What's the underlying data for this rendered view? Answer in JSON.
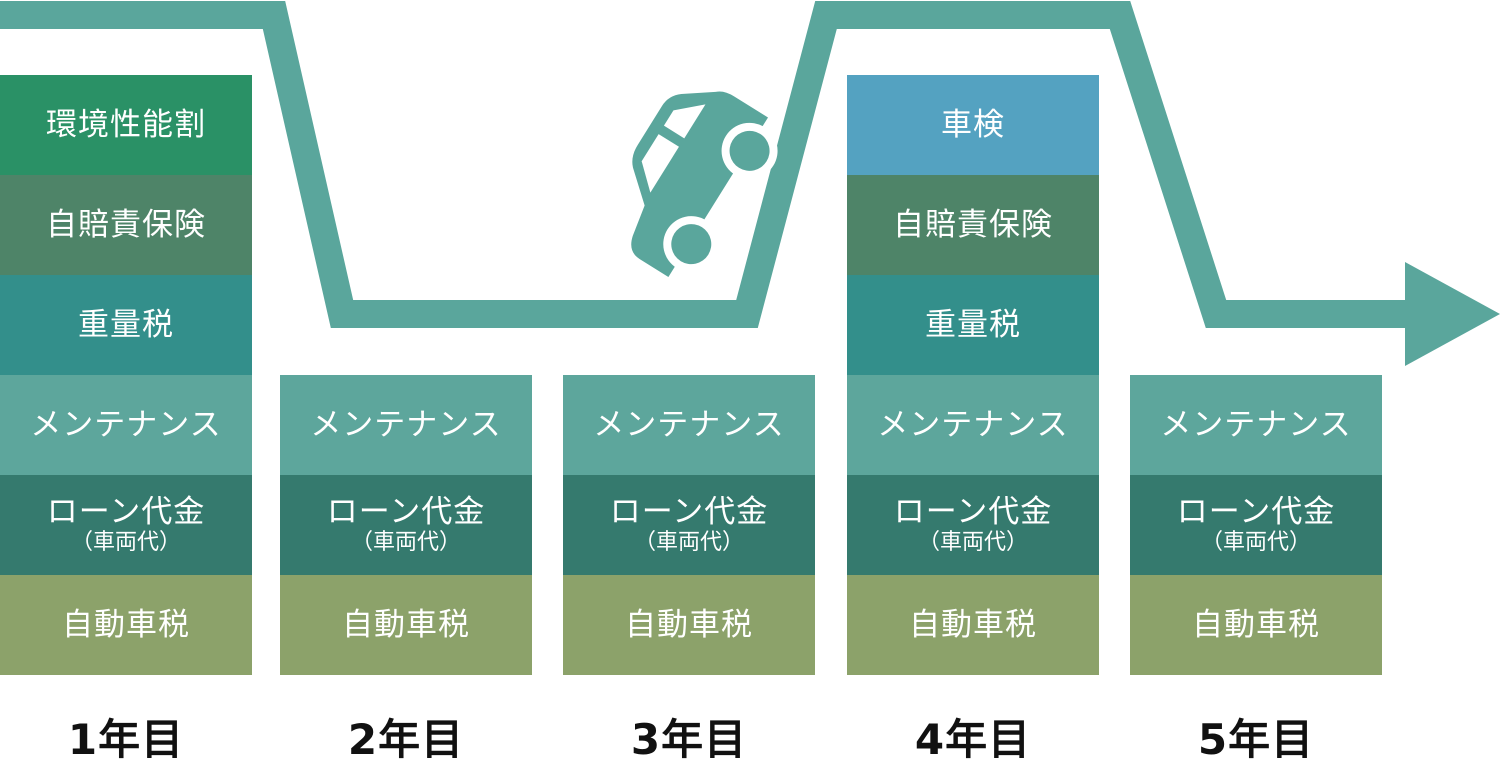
{
  "colors": {
    "flow_line": "#5aa69c",
    "env_tax": "#2a9166",
    "insurance": "#4e8468",
    "weight_tax": "#338f8b",
    "maintenance": "#5da69c",
    "loan": "#357a6e",
    "car_tax": "#8ca26a",
    "inspection": "#54a2c1"
  },
  "icons": [
    "car-icon",
    "arrow-right-icon"
  ],
  "columns": [
    {
      "year": "1年目",
      "blocks": [
        {
          "label": "環境性能割",
          "sub": "",
          "color_key": "env_tax"
        },
        {
          "label": "自賠責保険",
          "sub": "",
          "color_key": "insurance"
        },
        {
          "label": "重量税",
          "sub": "",
          "color_key": "weight_tax"
        },
        {
          "label": "メンテナンス",
          "sub": "",
          "color_key": "maintenance"
        },
        {
          "label": "ローン代金",
          "sub": "（車両代）",
          "color_key": "loan"
        },
        {
          "label": "自動車税",
          "sub": "",
          "color_key": "car_tax"
        }
      ]
    },
    {
      "year": "2年目",
      "blocks": [
        {
          "label": "メンテナンス",
          "sub": "",
          "color_key": "maintenance"
        },
        {
          "label": "ローン代金",
          "sub": "（車両代）",
          "color_key": "loan"
        },
        {
          "label": "自動車税",
          "sub": "",
          "color_key": "car_tax"
        }
      ]
    },
    {
      "year": "3年目",
      "blocks": [
        {
          "label": "メンテナンス",
          "sub": "",
          "color_key": "maintenance"
        },
        {
          "label": "ローン代金",
          "sub": "（車両代）",
          "color_key": "loan"
        },
        {
          "label": "自動車税",
          "sub": "",
          "color_key": "car_tax"
        }
      ]
    },
    {
      "year": "4年目",
      "blocks": [
        {
          "label": "車検",
          "sub": "",
          "color_key": "inspection"
        },
        {
          "label": "自賠責保険",
          "sub": "",
          "color_key": "insurance"
        },
        {
          "label": "重量税",
          "sub": "",
          "color_key": "weight_tax"
        },
        {
          "label": "メンテナンス",
          "sub": "",
          "color_key": "maintenance"
        },
        {
          "label": "ローン代金",
          "sub": "（車両代）",
          "color_key": "loan"
        },
        {
          "label": "自動車税",
          "sub": "",
          "color_key": "car_tax"
        }
      ]
    },
    {
      "year": "5年目",
      "blocks": [
        {
          "label": "メンテナンス",
          "sub": "",
          "color_key": "maintenance"
        },
        {
          "label": "ローン代金",
          "sub": "（車両代）",
          "color_key": "loan"
        },
        {
          "label": "自動車税",
          "sub": "",
          "color_key": "car_tax"
        }
      ]
    }
  ]
}
